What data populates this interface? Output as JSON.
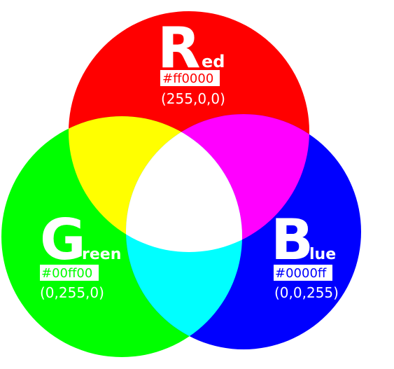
{
  "colors": {
    "red": "#ff0000",
    "green": "#00ff00",
    "blue": "#0000ff",
    "yellow": "#ffff00",
    "magenta": "#ff00ff",
    "cyan": "#00ffff",
    "white": "#ffffff",
    "text": "#ffffff"
  },
  "red": {
    "initial": "R",
    "rest": "ed",
    "hex": "#ff0000",
    "rgb": "(255,0,0)"
  },
  "green": {
    "initial": "G",
    "rest": "reen",
    "hex": "#00ff00",
    "rgb": "(0,255,0)"
  },
  "blue": {
    "initial": "B",
    "rest": "lue",
    "hex": "#0000ff",
    "rgb": "(0,0,255)"
  }
}
